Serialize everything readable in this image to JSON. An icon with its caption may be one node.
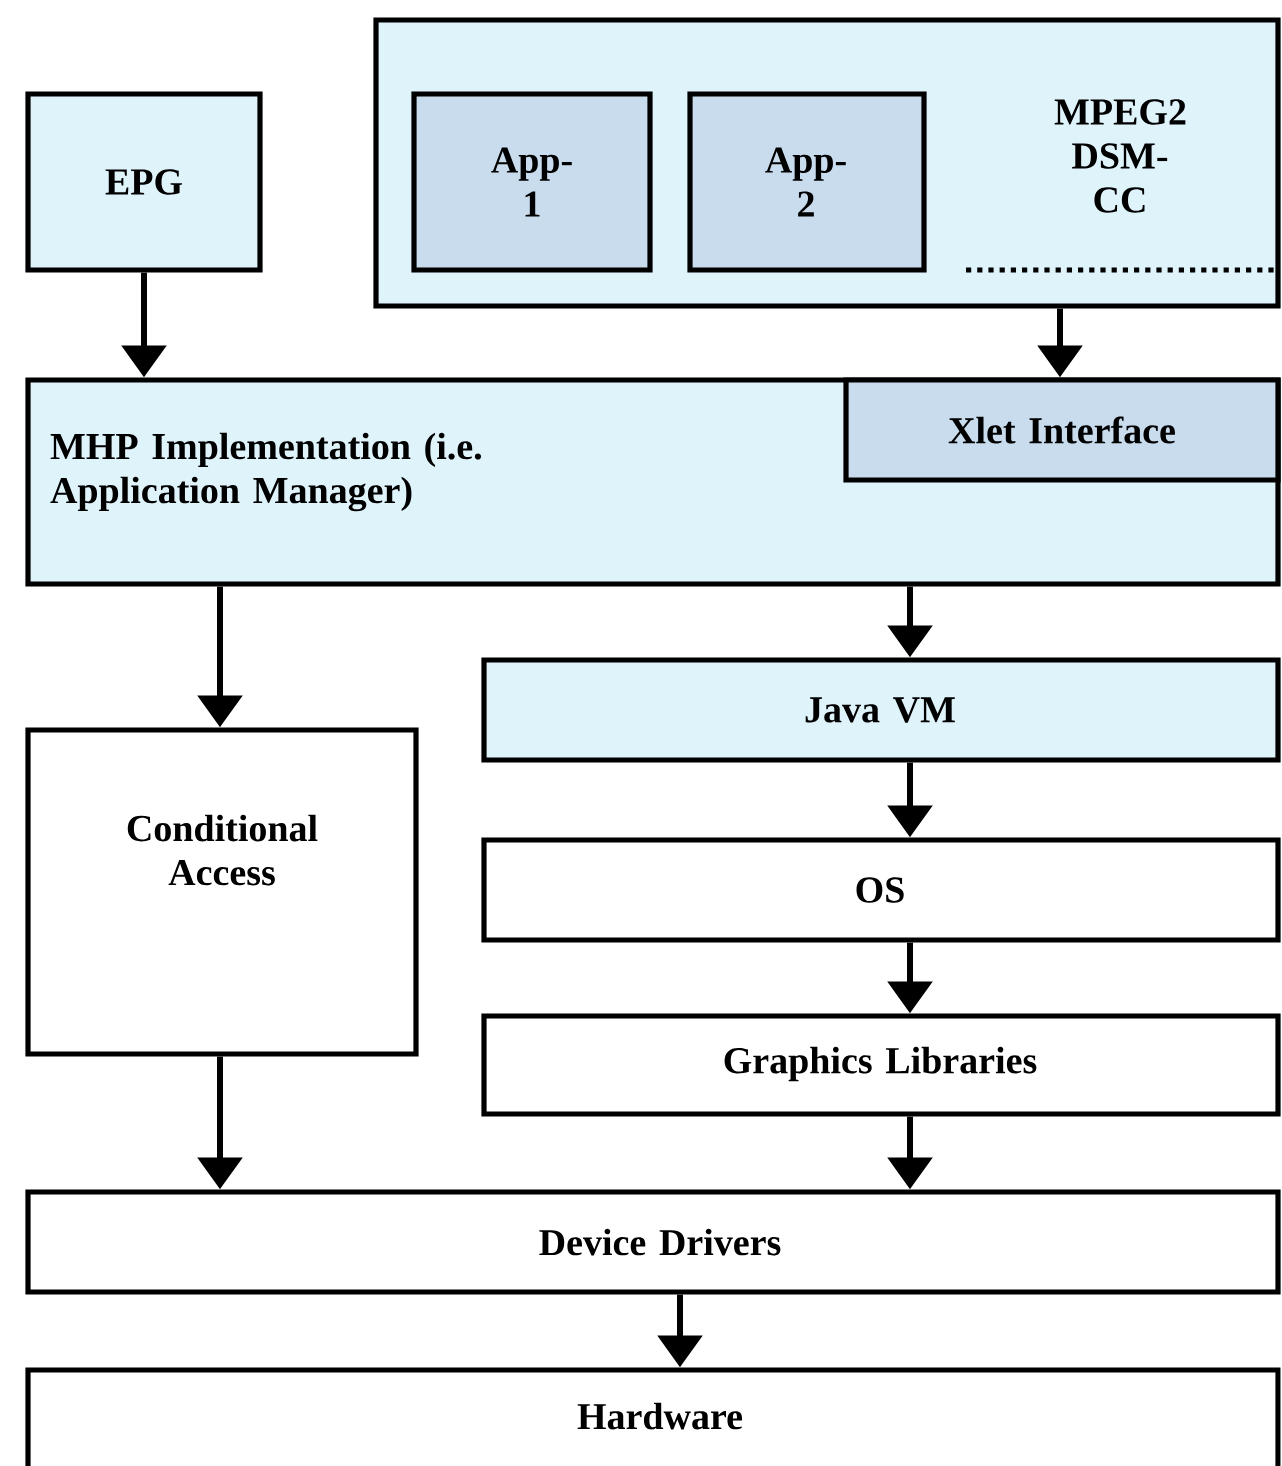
{
  "diagram": {
    "nodes": [
      {
        "text": [
          "EPG"
        ]
      },
      {
        "text": [
          "MPEG2 DSM-CC"
        ]
      },
      {
        "text": [
          "App-1"
        ],
        "in": 1
      },
      {
        "text": [
          "App-2"
        ],
        "in": 1
      },
      {
        "text": [
          "MHP Implementation (i.e. Application Manager)"
        ]
      },
      {
        "text": [
          "Xlet Interface"
        ],
        "in": 4
      },
      {
        "text": [
          "Java VM"
        ]
      },
      {
        "text": [
          "Conditional Access"
        ]
      },
      {
        "text": [
          "OS"
        ]
      },
      {
        "text": [
          "Graphics Libraries"
        ]
      },
      {
        "text": [
          "Device Drivers"
        ]
      },
      {
        "text": [
          "Hardware"
        ]
      }
    ],
    "edges": [
      {
        "from": 0,
        "to": 4,
        "arrow": "to"
      },
      {
        "from": 1,
        "to": 5,
        "arrow": "to"
      },
      {
        "from": 4,
        "to": 7,
        "arrow": "to"
      },
      {
        "from": 4,
        "to": 6,
        "arrow": "to"
      },
      {
        "from": 6,
        "to": 8,
        "arrow": "to"
      },
      {
        "from": 8,
        "to": 9,
        "arrow": "to"
      },
      {
        "from": 7,
        "to": 10,
        "arrow": "to"
      },
      {
        "from": 9,
        "to": 10,
        "arrow": "to"
      },
      {
        "from": 10,
        "to": 11,
        "arrow": "to"
      }
    ]
  }
}
